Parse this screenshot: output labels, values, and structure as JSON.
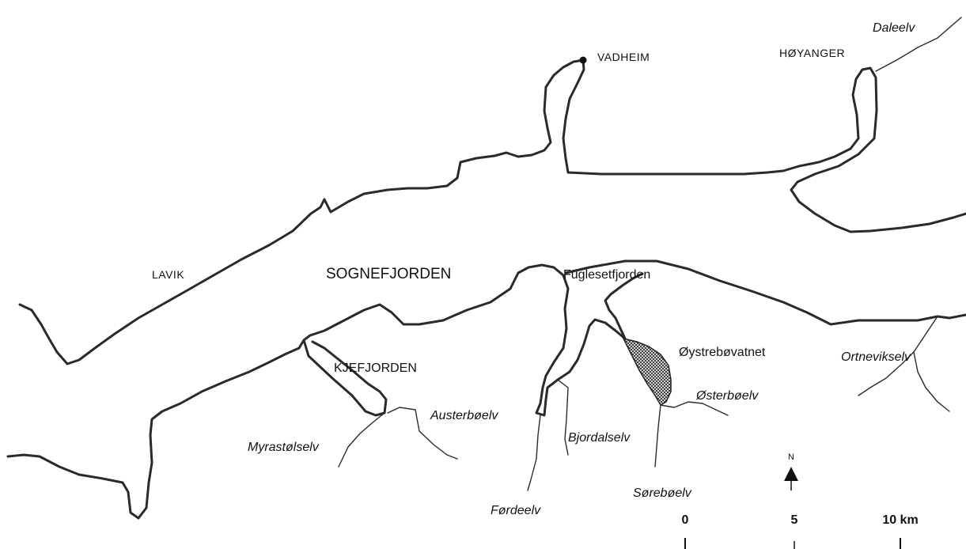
{
  "places": [
    {
      "id": "vadheim",
      "label": "VADHEIM"
    },
    {
      "id": "hoyanger",
      "label": "HØYANGER"
    },
    {
      "id": "lavik",
      "label": "LAVIK"
    }
  ],
  "fjords": [
    {
      "id": "sognefjorden",
      "label": "SOGNEFJORDEN"
    },
    {
      "id": "fuglesetfjorden",
      "label": "Fuglesetfjorden"
    },
    {
      "id": "kjefjorden",
      "label": "KJEFJORDEN"
    }
  ],
  "lakes": [
    {
      "id": "oystrebovatnet",
      "label": "Øystrebøvatnet"
    }
  ],
  "rivers": [
    {
      "id": "daleelv",
      "label": "Daleelv"
    },
    {
      "id": "ortnevikselv",
      "label": "Ortnevikselv"
    },
    {
      "id": "osterboelv",
      "label": "Østerbøelv"
    },
    {
      "id": "austerboelv",
      "label": "Austerbøelv"
    },
    {
      "id": "myrastolselv",
      "label": "Myrastølselv"
    },
    {
      "id": "bjordalselv",
      "label": "Bjordalselv"
    },
    {
      "id": "fordeelv",
      "label": "Førdeelv"
    },
    {
      "id": "soreboelv",
      "label": "Sørebøelv"
    }
  ],
  "north_arrow": {
    "label": "N"
  },
  "scale_bar": {
    "ticks": [
      "0",
      "5",
      "10 km"
    ]
  },
  "colors": {
    "line": "#2a2a2a",
    "background": "#ffffff"
  }
}
